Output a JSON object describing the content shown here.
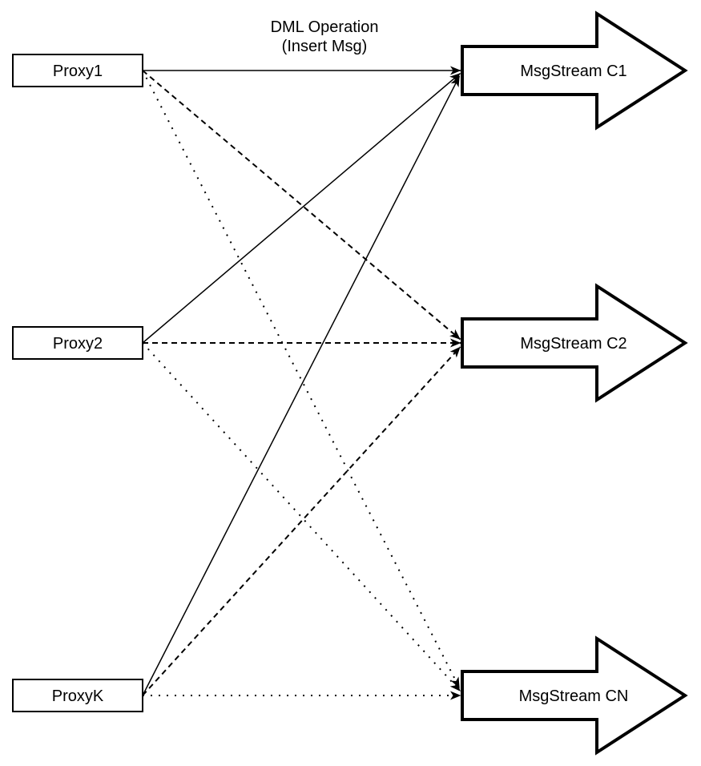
{
  "title": {
    "line1": "DML Operation",
    "line2": "(Insert Msg)"
  },
  "proxies": [
    {
      "id": "proxy1",
      "label": "Proxy1"
    },
    {
      "id": "proxy2",
      "label": "Proxy2"
    },
    {
      "id": "proxyk",
      "label": "ProxyK"
    }
  ],
  "streams": [
    {
      "id": "c1",
      "label": "MsgStream C1",
      "incoming_line_style": "solid"
    },
    {
      "id": "c2",
      "label": "MsgStream C2",
      "incoming_line_style": "dashed"
    },
    {
      "id": "cn",
      "label": "MsgStream CN",
      "incoming_line_style": "dotted"
    }
  ],
  "edges": [
    {
      "from": "Proxy1",
      "to": "MsgStream C1",
      "style": "solid"
    },
    {
      "from": "Proxy2",
      "to": "MsgStream C1",
      "style": "solid"
    },
    {
      "from": "ProxyK",
      "to": "MsgStream C1",
      "style": "solid"
    },
    {
      "from": "Proxy1",
      "to": "MsgStream C2",
      "style": "dashed"
    },
    {
      "from": "Proxy2",
      "to": "MsgStream C2",
      "style": "dashed"
    },
    {
      "from": "ProxyK",
      "to": "MsgStream C2",
      "style": "dashed"
    },
    {
      "from": "Proxy1",
      "to": "MsgStream CN",
      "style": "dotted"
    },
    {
      "from": "Proxy2",
      "to": "MsgStream CN",
      "style": "dotted"
    },
    {
      "from": "ProxyK",
      "to": "MsgStream CN",
      "style": "dotted"
    }
  ],
  "colors": {
    "stroke": "#000000",
    "fill": "#ffffff",
    "background": "#ffffff"
  }
}
